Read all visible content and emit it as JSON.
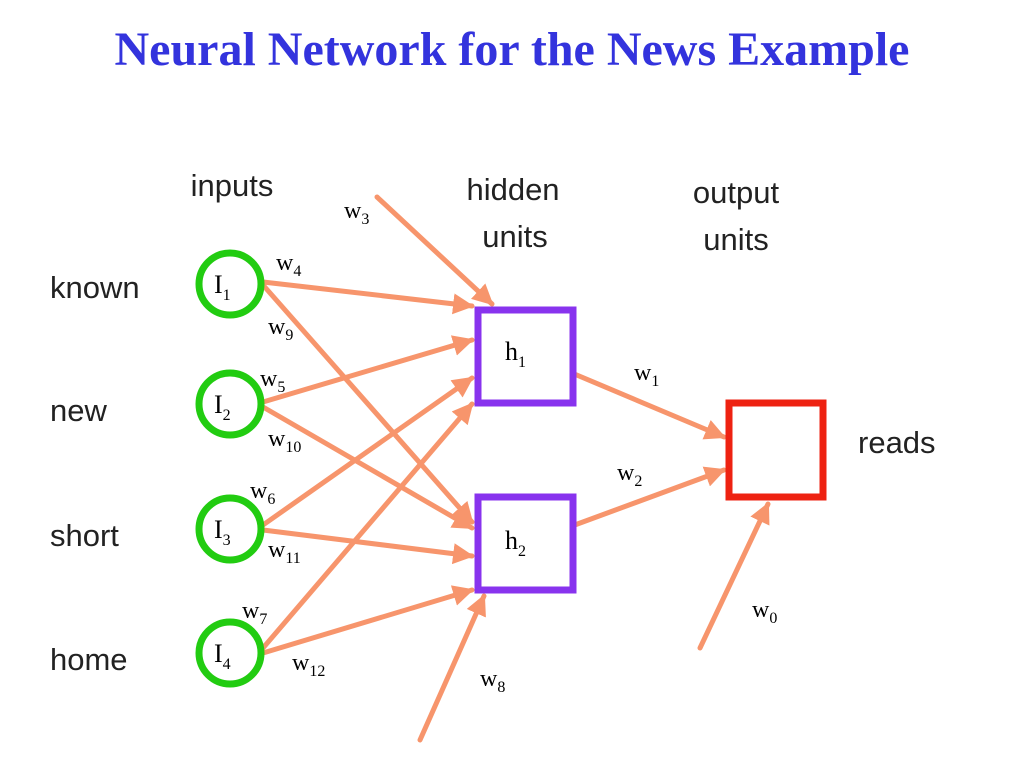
{
  "title": "Neural Network for the News Example",
  "colors": {
    "title": "#3333dd",
    "arrow": "#f7956c",
    "input_node": "#22cc11",
    "hidden_node": "#8833ee",
    "output_node": "#ee2211"
  },
  "group_labels": {
    "inputs": "inputs",
    "hidden_line1": "hidden",
    "hidden_line2": "units",
    "output_line1": "output",
    "output_line2": "units"
  },
  "input_words": [
    "known",
    "new",
    "short",
    "home"
  ],
  "input_nodes": [
    {
      "main": "I",
      "sub": "1"
    },
    {
      "main": "I",
      "sub": "2"
    },
    {
      "main": "I",
      "sub": "3"
    },
    {
      "main": "I",
      "sub": "4"
    }
  ],
  "hidden_nodes": [
    {
      "main": "h",
      "sub": "1"
    },
    {
      "main": "h",
      "sub": "2"
    }
  ],
  "output_word": "reads",
  "weights": [
    {
      "main": "w",
      "sub": "0"
    },
    {
      "main": "w",
      "sub": "1"
    },
    {
      "main": "w",
      "sub": "2"
    },
    {
      "main": "w",
      "sub": "3"
    },
    {
      "main": "w",
      "sub": "4"
    },
    {
      "main": "w",
      "sub": "5"
    },
    {
      "main": "w",
      "sub": "6"
    },
    {
      "main": "w",
      "sub": "7"
    },
    {
      "main": "w",
      "sub": "8"
    },
    {
      "main": "w",
      "sub": "9"
    },
    {
      "main": "w",
      "sub": "10"
    },
    {
      "main": "w",
      "sub": "11"
    },
    {
      "main": "w",
      "sub": "12"
    }
  ]
}
